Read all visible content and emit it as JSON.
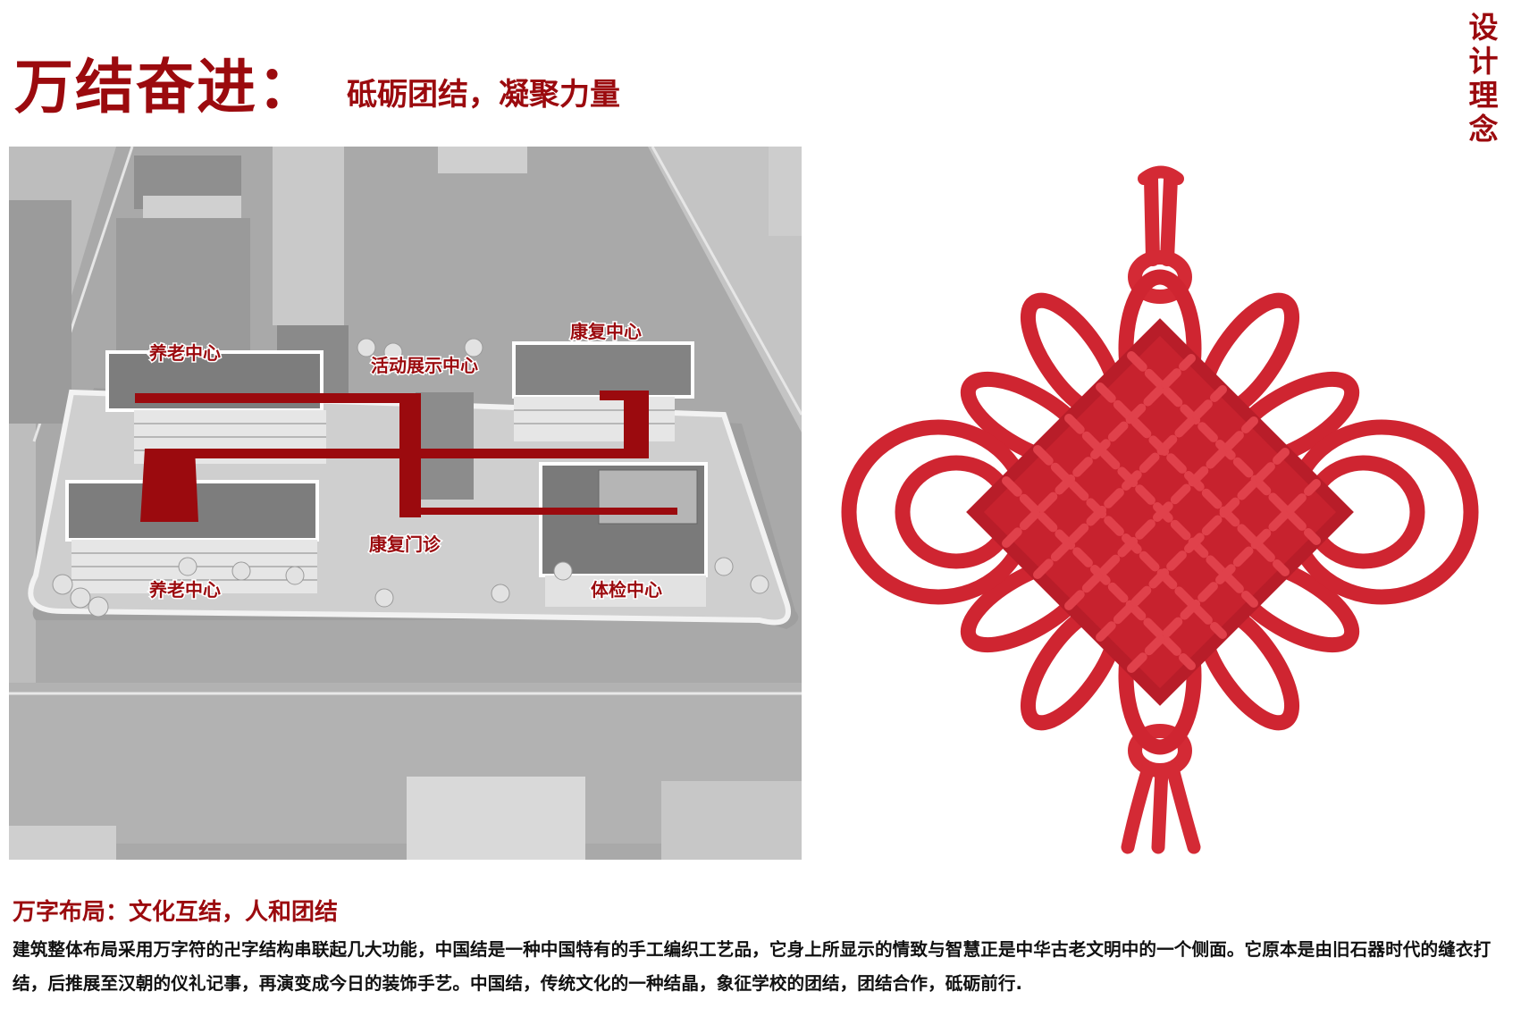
{
  "header": {
    "title": "万结奋进：",
    "subtitle": "砥砺团结，凝聚力量",
    "side_label": [
      "设",
      "计",
      "理",
      "念"
    ]
  },
  "aerial": {
    "labels": {
      "elderly_top": "养老中心",
      "activity": "活动展示中心",
      "rehab_center": "康复中心",
      "rehab_clinic": "康复门诊",
      "elderly_bottom": "养老中心",
      "checkup": "体检中心"
    },
    "accent_color": "#9b0a0e"
  },
  "knot": {
    "color": "#d42a35"
  },
  "section": {
    "heading": "万字布局：文化互结，人和团结",
    "body": "建筑整体布局采用万字符的卍字结构串联起几大功能，中国结是一种中国特有的手工编织工艺品，它身上所显示的情致与智慧正是中华古老文明中的一个侧面。它原本是由旧石器时代的缝衣打结，后推展至汉朝的仪礼记事，再演变成今日的装饰手艺。中国结，传统文化的一种结晶，象征学校的团结，团结合作，砥砺前行."
  }
}
